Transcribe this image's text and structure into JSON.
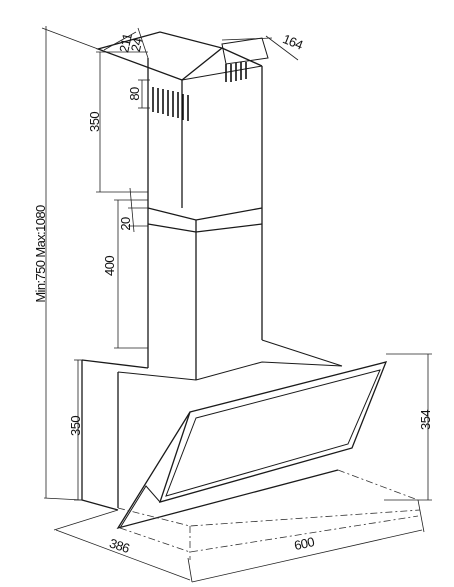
{
  "drawing": {
    "type": "cooker hood dimension drawing",
    "dimensions": {
      "chimney_depth": "211",
      "chimney_top_offset": "24",
      "bracket_width": "164",
      "vent_height": "80",
      "upper_chimney_height": "350",
      "overlap": "20",
      "lower_chimney_height": "400",
      "total_height": "Min:750 Max:1080",
      "canopy_height": "350",
      "glass_height": "354",
      "depth": "386",
      "width": "600"
    }
  }
}
